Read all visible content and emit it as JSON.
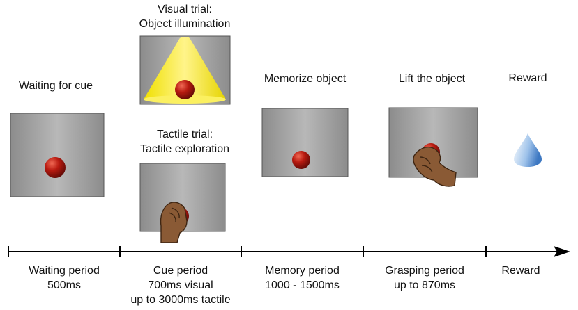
{
  "stages": [
    {
      "label": "Waiting for cue"
    },
    {
      "label_lines": [
        "Visual trial:",
        "Object illumination"
      ]
    },
    {
      "label_lines": [
        "Tactile trial:",
        "Tactile exploration"
      ]
    },
    {
      "label": "Memorize object"
    },
    {
      "label": "Lift the object"
    },
    {
      "label": "Reward"
    }
  ],
  "timeline": {
    "periods": [
      {
        "name": "Waiting period",
        "lines": [
          "500ms"
        ]
      },
      {
        "name": "Cue period",
        "lines": [
          "700ms visual",
          "up to 3000ms tactile"
        ]
      },
      {
        "name": "Memory period",
        "lines": [
          "1000 - 1500ms"
        ]
      },
      {
        "name": "Grasping period",
        "lines": [
          "up to 870ms"
        ]
      },
      {
        "name": "Reward",
        "lines": []
      }
    ]
  },
  "colors": {
    "panel_gray": "#9a9a9a",
    "ball_red": "#b01a12",
    "spotlight_yellow": "#f2e400",
    "hand_brown": "#8a5a35",
    "reward_blue": "#6b9fd6",
    "axis": "#000000"
  },
  "icons": [
    "red-ball-icon",
    "spotlight-icon",
    "hand-icon",
    "reward-drop-icon",
    "arrow-head-icon"
  ]
}
